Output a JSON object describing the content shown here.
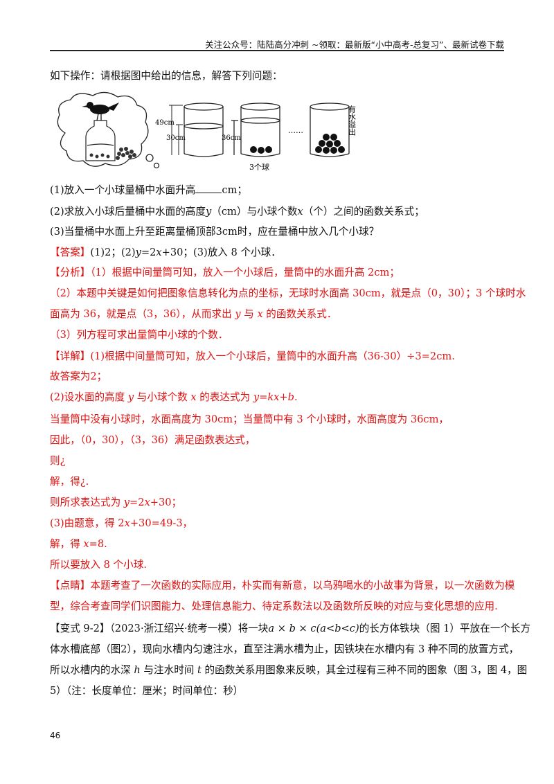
{
  "header": {
    "text": "关注公众号：陆陆高分冲刺 ~领取：最新版“小中高考-总复习”、最新试卷下载"
  },
  "intro": "如下操作：请根据图中给出的信息，解答下列问题：",
  "figure": {
    "label_49": "49cm",
    "label_30": "30cm",
    "label_36": "36cm",
    "label_balls": "3个球",
    "dots": "……",
    "side_label": "有水溢出"
  },
  "q1": {
    "pre": "(1)放入一个小球量桶中水面升高",
    "post": "cm；"
  },
  "q2": {
    "p1": "(2)求放入小球后量桶中水面的高度",
    "v1": "y",
    "p2": "（cm）与小球个数",
    "v2": "x",
    "p3": "（个）之间的函数关系式；"
  },
  "q3": "(3)当量桶中水面上升至距离量桶顶部3cm时，应在量桶中放入几个小球？",
  "answer": {
    "tag": "【答案】",
    "p1": "(1)2；(2)",
    "v1": "y",
    "p2": "=2",
    "v2": "x",
    "p3": "+30；(3)放入 8 个小球．"
  },
  "analysis": {
    "tag": "【分析】",
    "l1": "（1）根据中间量筒可知，放入一个小球后，量筒中的水面升高 2cm；",
    "l2": "（2）本题中关键是如何把图象信息转化为点的坐标，无球时水面高 30cm，就是点（0，30）；3 个球时水",
    "l3a": "面高为 36，就是点（3，36），从而求出 ",
    "l3v1": "y",
    "l3b": " 与 ",
    "l3v2": "x",
    "l3c": " 的函数关系式．",
    "l4": "（3）列方程可求出量筒中小球的个数．"
  },
  "detail": {
    "tag": "【详解】",
    "l1": "(1)根据中间量筒可知，放入一个小球后，量筒中的水面升高（36-30）÷3=2cm.",
    "l2": "故答案为2；",
    "l3a": "(2)设水面的高度 ",
    "l3v1": "y",
    "l3b": " 与小球个数 ",
    "l3v2": "x",
    "l3c": " 的表达式为 ",
    "l3v3": "y=kx+b",
    "l3d": ".",
    "l4": "当量筒中没有小球时，水面高度为 30cm；当量筒中有 3 个小球时，水面高度为 36cm，",
    "l5": "因此，（0，30），（3，36）满足函数表达式，",
    "l6": "则¿",
    "l7": "解，得¿.",
    "l8a": "则所求表达式为 ",
    "l8v": "y",
    "l8b": "=2",
    "l8v2": "x",
    "l8c": "+30；",
    "l9a": "(3)由题意，得 2",
    "l9v": "x",
    "l9b": "+30=49-3，",
    "l10a": "解，得 ",
    "l10v": "x",
    "l10b": "=8.",
    "l11": "所以要放入 8 个小球."
  },
  "point": {
    "tag": "【点睛】",
    "l1": "本题考查了一次函数的实际应用，朴实而有新意，以乌鸦喝水的小故事为背景，以一次函数为模",
    "l2": "型，综合考查同学们识图能力、处理信息能力、待定系数法以及函数所反映的对应与变化思想的应用."
  },
  "variant": {
    "tag": "【变式 9-2】",
    "l1a": "（2023·浙江绍兴·统考一模）将一块",
    "l1m": "a × b × c",
    "l1m2": "(a<b<c)",
    "l1b": "的长方体铁块（图 1）平放在一个长方",
    "l2": "体水槽底部（图2），现向水槽内匀速注水，直至注满水槽为止，因铁块在水槽内有 3 种不同的放置方式，",
    "l3a": "所以水槽内的水深 ",
    "l3v1": "h",
    "l3b": " 与注水时间 ",
    "l3v2": "t",
    "l3c": " 的函数关系用图象来反映，其全过程有三种不同的图象（图 3，图 4，图",
    "l4": "5）（注：长度单位：厘米；时间单位：秒）"
  },
  "page_number": "46"
}
